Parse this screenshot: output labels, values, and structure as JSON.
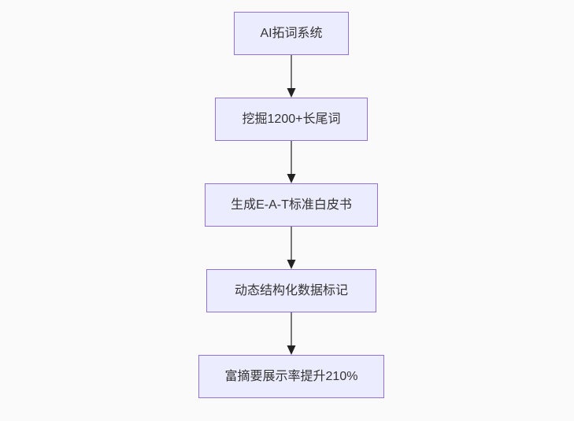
{
  "diagram": {
    "type": "flowchart",
    "direction": "top-down",
    "nodes": [
      {
        "label": "AI拓词系统"
      },
      {
        "label": "挖掘1200+长尾词"
      },
      {
        "label": "生成E-A-T标准白皮书"
      },
      {
        "label": "动态结构化数据标记"
      },
      {
        "label": "富摘要展示率提升210%"
      }
    ],
    "edges": [
      {
        "from": "AI拓词系统",
        "to": "挖掘1200+长尾词",
        "arrow": "down"
      },
      {
        "from": "挖掘1200+长尾词",
        "to": "生成E-A-T标准白皮书",
        "arrow": "down"
      },
      {
        "from": "生成E-A-T标准白皮书",
        "to": "动态结构化数据标记",
        "arrow": "down"
      },
      {
        "from": "动态结构化数据标记",
        "to": "富摘要展示率提升210%",
        "arrow": "down"
      }
    ],
    "colors": {
      "node_fill": "#ECECFF",
      "node_border": "#9370DB",
      "node_text": "#333333",
      "edge_line": "#4D4D4D",
      "arrowhead": "#222222",
      "background": "#FAFAFA"
    }
  }
}
